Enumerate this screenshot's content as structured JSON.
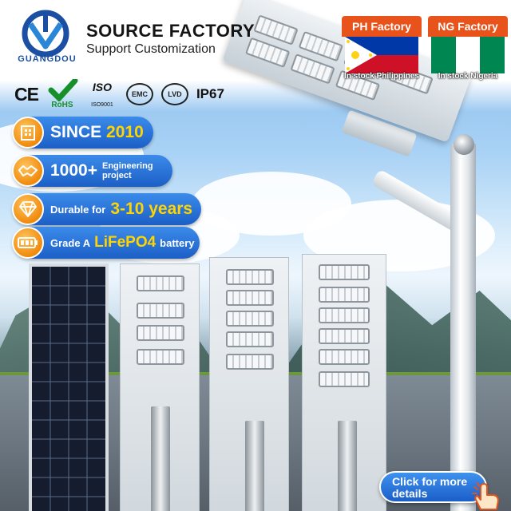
{
  "brand": {
    "name": "GUANGDOU",
    "title": "SOURCE FACTORY",
    "subtitle": "Support Customization"
  },
  "certifications": {
    "ce": "CE",
    "rohs": "RoHS",
    "iso": "ISO",
    "iso_sub": "ISO9001",
    "emc": "EMC",
    "lvd": "LVD",
    "ip": "IP67"
  },
  "factories": [
    {
      "label": "PH Factory",
      "stock": "In stock Philippines",
      "color": "#e8531c"
    },
    {
      "label": "NG Factory",
      "stock": "In stock Nigeria",
      "color": "#e8531c"
    }
  ],
  "badges": {
    "since_prefix": "SINCE",
    "since_year": "2010",
    "projects_count": "1000+",
    "projects_l1": "Engineering",
    "projects_l2": "project",
    "durable_prefix": "Durable for",
    "durable_value": "3-10 years",
    "battery_prefix": "Grade A",
    "battery_value": "LiFePO4",
    "battery_suffix": "battery"
  },
  "cta": {
    "line1": "Click for more",
    "line2": "details"
  },
  "colors": {
    "accent_blue": "#1c5fc6",
    "highlight_yellow": "#ffd400",
    "factory_orange": "#e8531c"
  }
}
